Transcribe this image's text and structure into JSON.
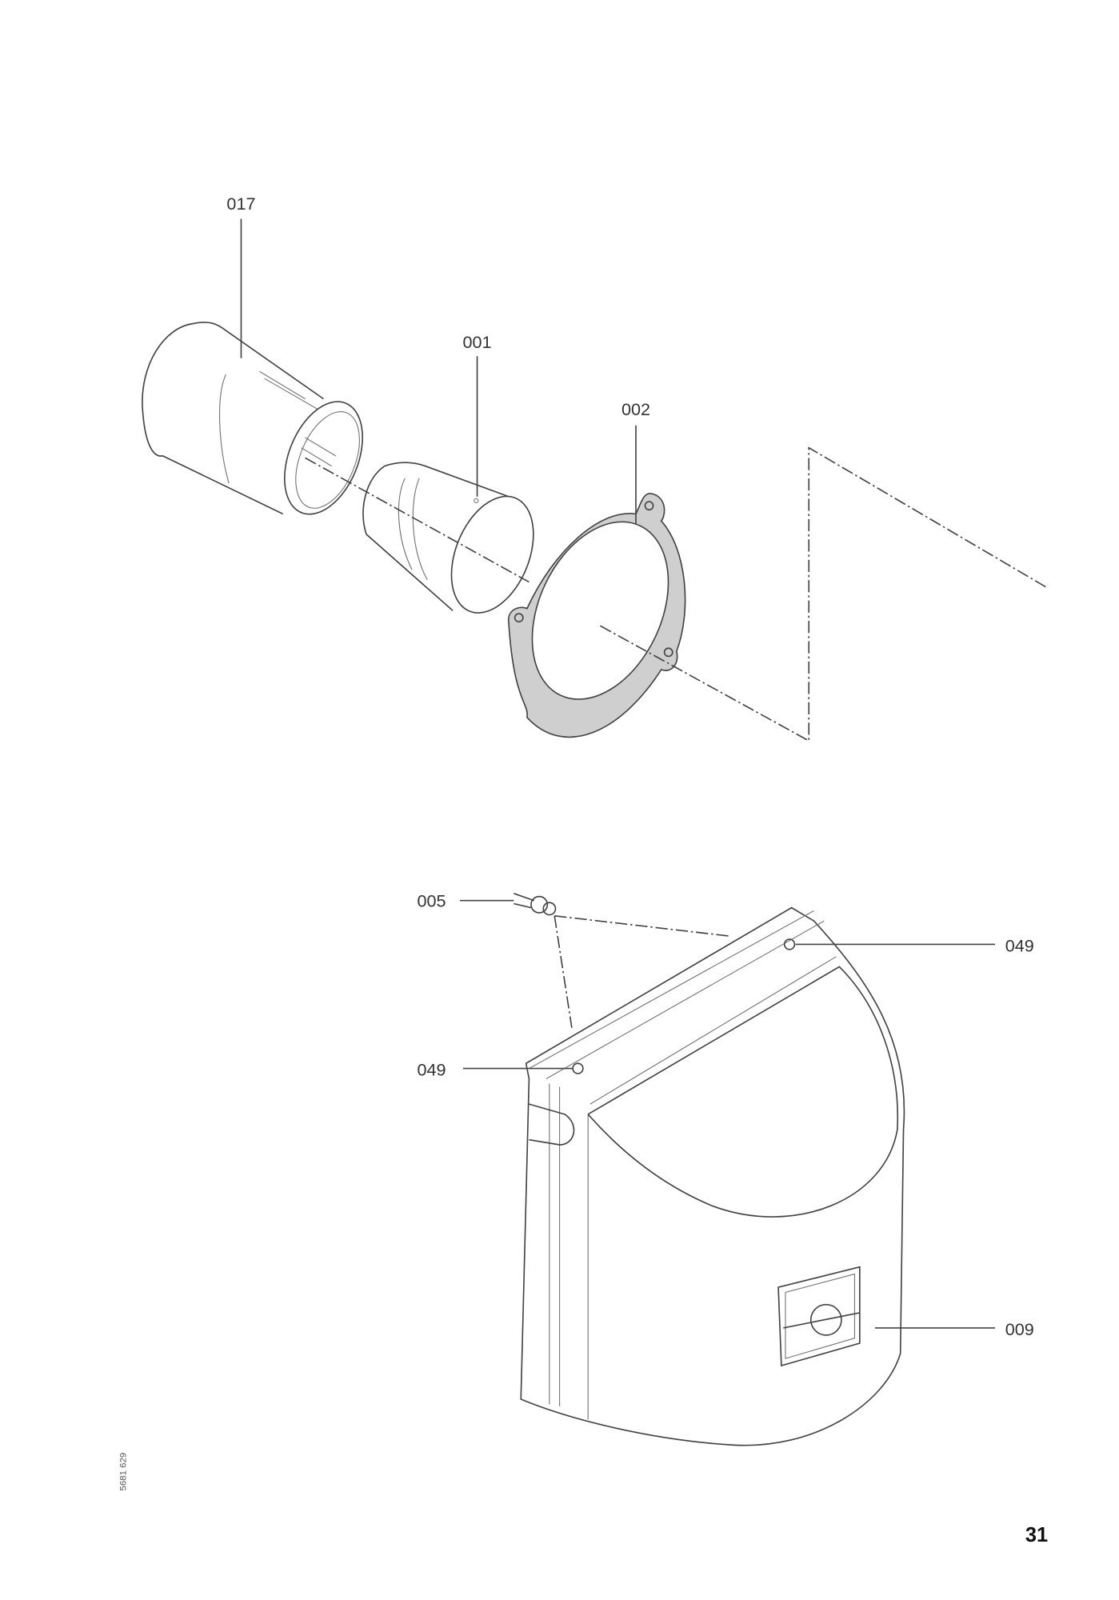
{
  "diagram": {
    "callouts": {
      "part_017": "017",
      "part_001": "001",
      "part_002": "002",
      "part_005": "005",
      "part_049_right": "049",
      "part_049_left": "049",
      "part_009": "009"
    },
    "drawing_code": "5681 629",
    "page_number": "31",
    "colors": {
      "line": "#444444",
      "gasket_fill": "#cfcfcf"
    }
  }
}
